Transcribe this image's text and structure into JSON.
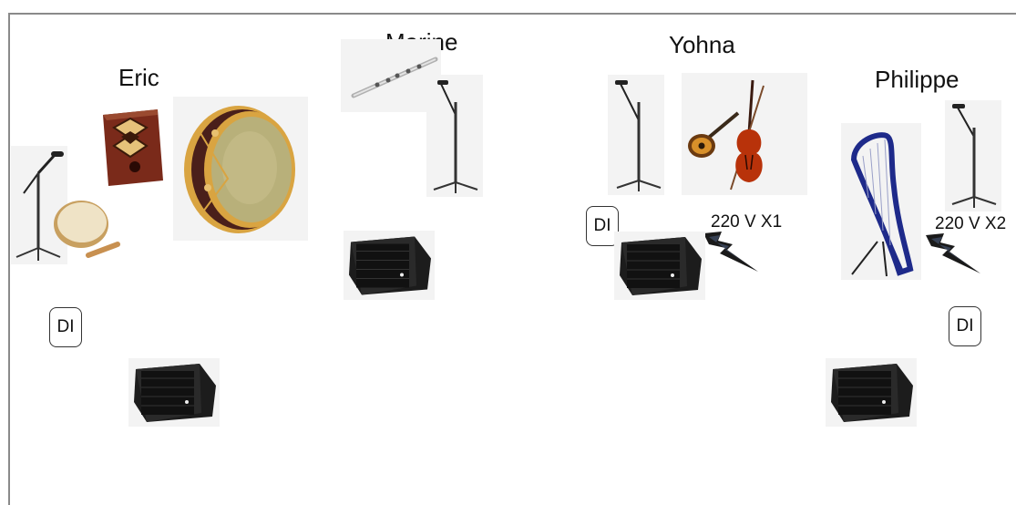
{
  "musicians": {
    "eric": "Eric",
    "marine": "Marine",
    "yohna": "Yohna",
    "philippe": "Philippe"
  },
  "di_label": "DI",
  "power": {
    "yohna": "220 V X1",
    "philippe": "220 V X2"
  },
  "colors": {
    "frame": "#8a8a8a",
    "harp": "#1e2a8a",
    "wood": "#8b4513",
    "speaker": "#1c1c1c"
  }
}
